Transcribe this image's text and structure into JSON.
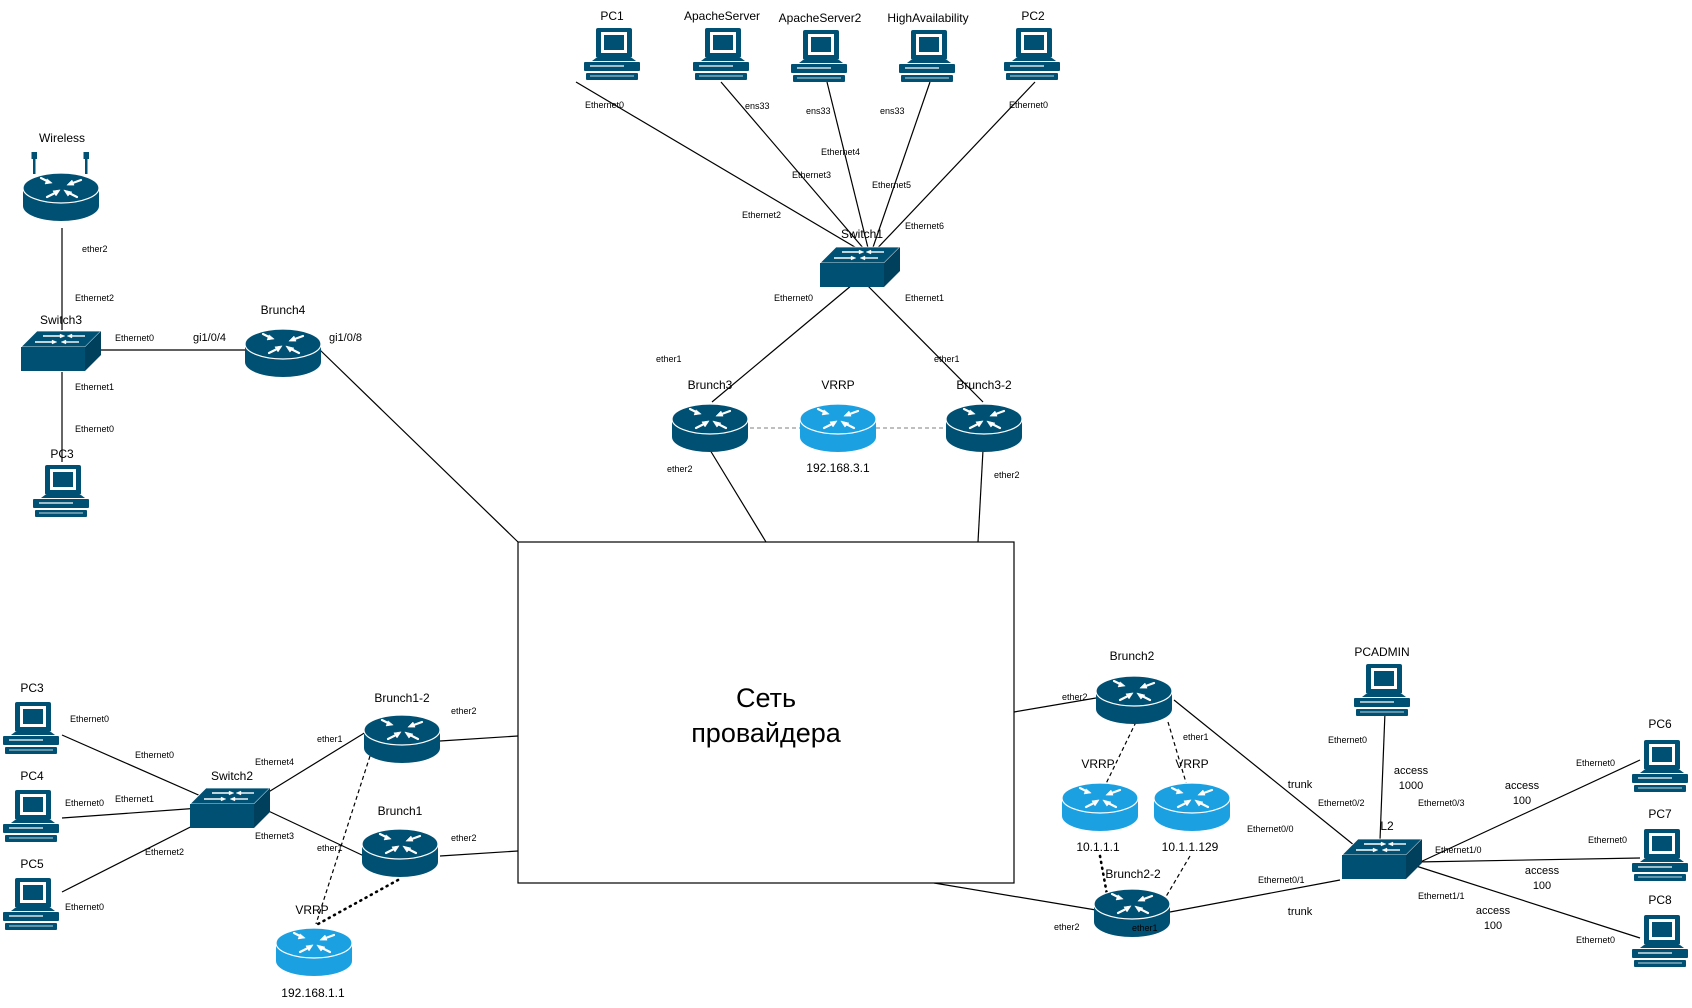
{
  "colors": {
    "device": "#005073",
    "vrrp": "#1ba1e2",
    "line": "#000000",
    "vrrp_link": "#999999"
  },
  "cloud": {
    "label_line1": "Сеть",
    "label_line2": "провайдера"
  },
  "devices": {
    "pc1": {
      "name": "PC1",
      "icon": "pc-icon"
    },
    "apache1": {
      "name": "ApacheServer",
      "icon": "pc-icon"
    },
    "apache2": {
      "name": "ApacheServer2",
      "icon": "pc-icon"
    },
    "ha": {
      "name": "HighAvailability",
      "icon": "pc-icon"
    },
    "pc2": {
      "name": "PC2",
      "icon": "pc-icon"
    },
    "switch1": {
      "name": "Switch1",
      "icon": "switch-icon"
    },
    "brunch3": {
      "name": "Brunch3",
      "icon": "router-icon"
    },
    "vrrp3": {
      "name": "VRRP",
      "address": "192.168.3.1",
      "icon": "vrrp-router-icon"
    },
    "brunch32": {
      "name": "Brunch3-2",
      "icon": "router-icon"
    },
    "wireless": {
      "name": "Wireless",
      "icon": "wireless-router-icon"
    },
    "switch3": {
      "name": "Switch3",
      "icon": "switch-icon"
    },
    "brunch4": {
      "name": "Brunch4",
      "icon": "router-icon"
    },
    "pc3top": {
      "name": "PC3",
      "icon": "pc-icon"
    },
    "pc3": {
      "name": "PC3",
      "icon": "pc-icon"
    },
    "pc4": {
      "name": "PC4",
      "icon": "pc-icon"
    },
    "pc5": {
      "name": "PC5",
      "icon": "pc-icon"
    },
    "switch2": {
      "name": "Switch2",
      "icon": "switch-icon"
    },
    "brunch12": {
      "name": "Brunch1-2",
      "icon": "router-icon"
    },
    "brunch1": {
      "name": "Brunch1",
      "icon": "router-icon"
    },
    "vrrp1": {
      "name": "VRRP",
      "address": "192.168.1.1",
      "icon": "vrrp-router-icon"
    },
    "brunch2": {
      "name": "Brunch2",
      "icon": "router-icon"
    },
    "vrrp2a": {
      "name": "VRRP",
      "address": "10.1.1.1",
      "icon": "vrrp-router-icon"
    },
    "vrrp2b": {
      "name": "VRRP",
      "address": "10.1.1.129",
      "icon": "vrrp-router-icon"
    },
    "brunch22": {
      "name": "Brunch2-2",
      "icon": "router-icon"
    },
    "pcadmin": {
      "name": "PCADMIN",
      "icon": "pc-icon"
    },
    "l2": {
      "name": "L2",
      "icon": "switch-icon"
    },
    "pc6": {
      "name": "PC6",
      "icon": "pc-icon"
    },
    "pc7": {
      "name": "PC7",
      "icon": "pc-icon"
    },
    "pc8": {
      "name": "PC8",
      "icon": "pc-icon"
    }
  },
  "ports": {
    "pc1_eth0": "Ethernet0",
    "apache1_ens33": "ens33",
    "apache2_ens33": "ens33",
    "ha_ens33": "ens33",
    "pc2_eth0": "Ethernet0",
    "sw1_eth2": "Ethernet2",
    "sw1_eth3": "Ethernet3",
    "sw1_eth4": "Ethernet4",
    "sw1_eth5": "Ethernet5",
    "sw1_eth6": "Ethernet6",
    "sw1_eth0": "Ethernet0",
    "sw1_eth1": "Ethernet1",
    "b3_ether1": "ether1",
    "b32_ether1": "ether1",
    "b3_ether2": "ether2",
    "b32_ether2": "ether2",
    "wl_ether2": "ether2",
    "sw3_eth2": "Ethernet2",
    "sw3_eth0": "Ethernet0",
    "sw3_eth1": "Ethernet1",
    "pc3_eth0": "Ethernet0",
    "b4_gi104": "gi1/0/4",
    "b4_gi108": "gi1/0/8",
    "pc3b_eth0": "Ethernet0",
    "pc4_eth0": "Ethernet0",
    "pc5_eth0": "Ethernet0",
    "sw2_eth0": "Ethernet0",
    "sw2_eth1": "Ethernet1",
    "sw2_eth2": "Ethernet2",
    "sw2_eth4": "Ethernet4",
    "sw2_eth3": "Ethernet3",
    "b12_ether1": "ether1",
    "b12_ether2": "ether2",
    "b1_ether1": "ether1",
    "b1_ether2": "ether2",
    "b2_ether2": "ether2",
    "b2_ether1": "ether1",
    "b22_ether2": "ether2",
    "b22_ether1": "ether1",
    "l2_eth02": "Ethernet0/2",
    "l2_eth00": "Ethernet0/0",
    "l2_eth01": "Ethernet0/1",
    "l2_eth03": "Ethernet0/3",
    "l2_eth10": "Ethernet1/0",
    "l2_eth11": "Ethernet1/1",
    "pcadmin_eth0": "Ethernet0",
    "pc6_eth0": "Ethernet0",
    "pc7_eth0": "Ethernet0",
    "pc8_eth0": "Ethernet0"
  },
  "link_labels": {
    "trunk_top": "trunk",
    "trunk_bottom": "trunk",
    "access_admin_mode": "access",
    "access_admin_vlan": "1000",
    "access_pc6_mode": "access",
    "access_pc6_vlan": "100",
    "access_pc7_mode": "access",
    "access_pc7_vlan": "100",
    "access_pc8_mode": "access",
    "access_pc8_vlan": "100"
  }
}
